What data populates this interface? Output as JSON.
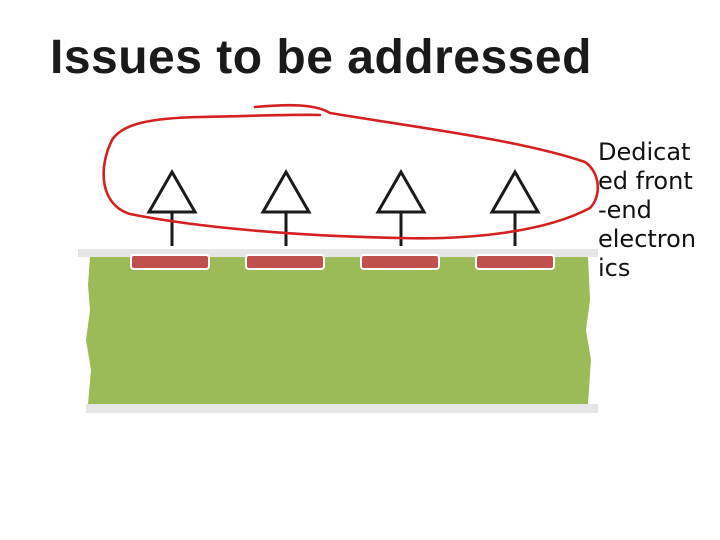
{
  "slide": {
    "title": "Issues to be addressed",
    "label_lines": [
      "Dedicat",
      "ed front",
      "-end",
      "electron",
      "ics"
    ]
  },
  "diagram": {
    "amplifier_count": 4,
    "colors": {
      "substrate": "#9bbb59",
      "pad": "#c0504d",
      "highlight_loop": "#d42020",
      "layer": "#e6e6e6"
    },
    "icons": [
      "amplifier-triangle-icon",
      "readout-pad-icon",
      "highlight-ellipse-icon"
    ]
  }
}
